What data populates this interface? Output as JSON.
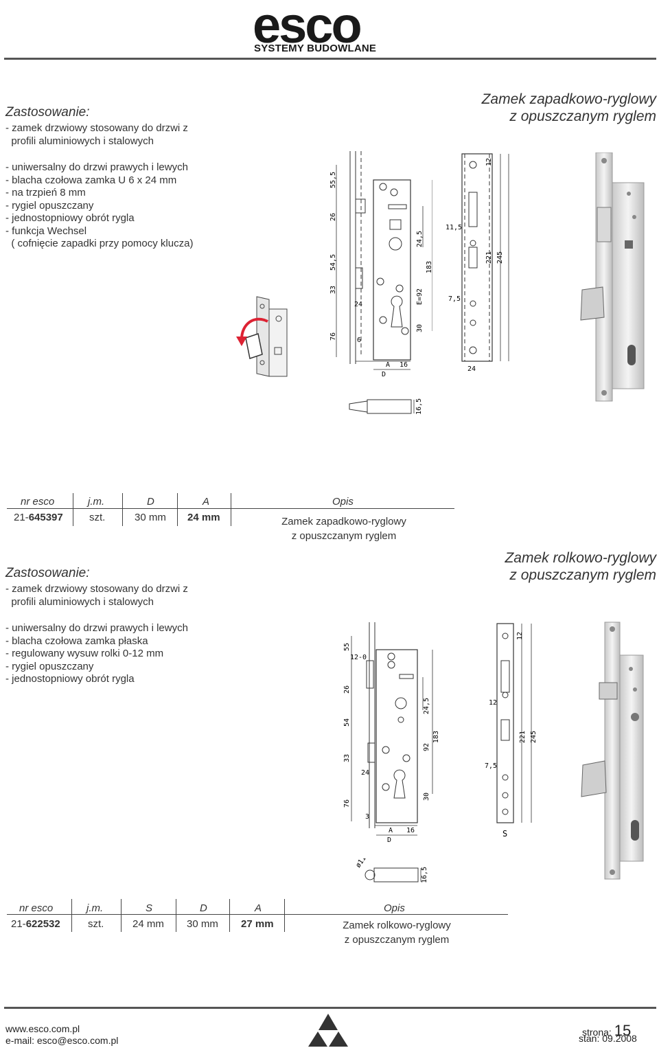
{
  "brand": {
    "logo_text": "esco",
    "tagline": "SYSTEMY BUDOWLANE"
  },
  "product1": {
    "title_line1": "Zamek zapadkowo-ryglowy",
    "title_line2": "z opuszczanym ryglem",
    "usage_heading": "Zastosowanie:",
    "usage_line1": "- zamek drzwiowy stosowany do drzwi z",
    "usage_line2": "  profili aluminiowych i stalowych",
    "features": [
      "- uniwersalny do drzwi prawych i lewych",
      "- blacha czołowa zamka U 6 x 24 mm",
      "- na trzpień 8 mm",
      "- rygiel opuszczany",
      "- jednostopniowy obrót rygla",
      "- funkcja Wechsel",
      "  ( cofnięcie zapadki przy pomocy klucza)"
    ],
    "dims": {
      "d1": "55,5",
      "d2": "26",
      "d3": "54,5",
      "d4": "33",
      "d5": "76",
      "d6": "24",
      "d7": "6",
      "d8": "24,5",
      "d9": "E=92",
      "d10": "183",
      "d11": "30",
      "d12": "A",
      "d13": "16",
      "d14": "D",
      "d15": "11,5",
      "d16": "7,5",
      "d17": "12",
      "d18": "221",
      "d19": "245",
      "d20": "24",
      "d21": "16,5"
    },
    "table": {
      "headers": [
        "nr esco",
        "j.m.",
        "D",
        "A",
        "Opis"
      ],
      "nr_prefix": "21-",
      "nr_bold": "645397",
      "jm": "szt.",
      "D": "30 mm",
      "A": "24 mm",
      "opis_line1": "Zamek zapadkowo-ryglowy",
      "opis_line2": "z opuszczanym ryglem"
    }
  },
  "product2": {
    "title_line1": "Zamek rolkowo-ryglowy",
    "title_line2": "z opuszczanym ryglem",
    "usage_heading": "Zastosowanie:",
    "usage_line1": "- zamek drzwiowy stosowany do drzwi z",
    "usage_line2": "  profili aluminiowych i stalowych",
    "features": [
      "- uniwersalny do drzwi prawych i lewych",
      "- blacha czołowa zamka płaska",
      "- regulowany wysuw rolki 0-12 mm",
      "- rygiel opuszczany",
      "- jednostopniowy obrót rygla"
    ],
    "dims": {
      "d1": "55",
      "d2": "12-0",
      "d3": "26",
      "d4": "54",
      "d5": "33",
      "d6": "76",
      "d7": "24",
      "d8": "3",
      "d9": "24,5",
      "d10": "92",
      "d11": "183",
      "d12": "30",
      "d13": "A",
      "d14": "16",
      "d15": "D",
      "d16": "12",
      "d17": "12",
      "d18": "221",
      "d19": "245",
      "d20": "7,5",
      "d21": "S",
      "d22": "ø11",
      "d23": "16,5"
    },
    "table": {
      "headers": [
        "nr esco",
        "j.m.",
        "S",
        "D",
        "A",
        "Opis"
      ],
      "nr_prefix": "21-",
      "nr_bold": "622532",
      "jm": "szt.",
      "S": "24 mm",
      "D": "30 mm",
      "A": "27 mm",
      "opis_line1": "Zamek rolkowo-ryglowy",
      "opis_line2": "z opuszczanym ryglem"
    }
  },
  "footer": {
    "website": "www.esco.com.pl",
    "email": "e-mail: esco@esco.com.pl",
    "page_label": "strona:",
    "page_number": "15",
    "date_label": "stan: 09.2008"
  }
}
